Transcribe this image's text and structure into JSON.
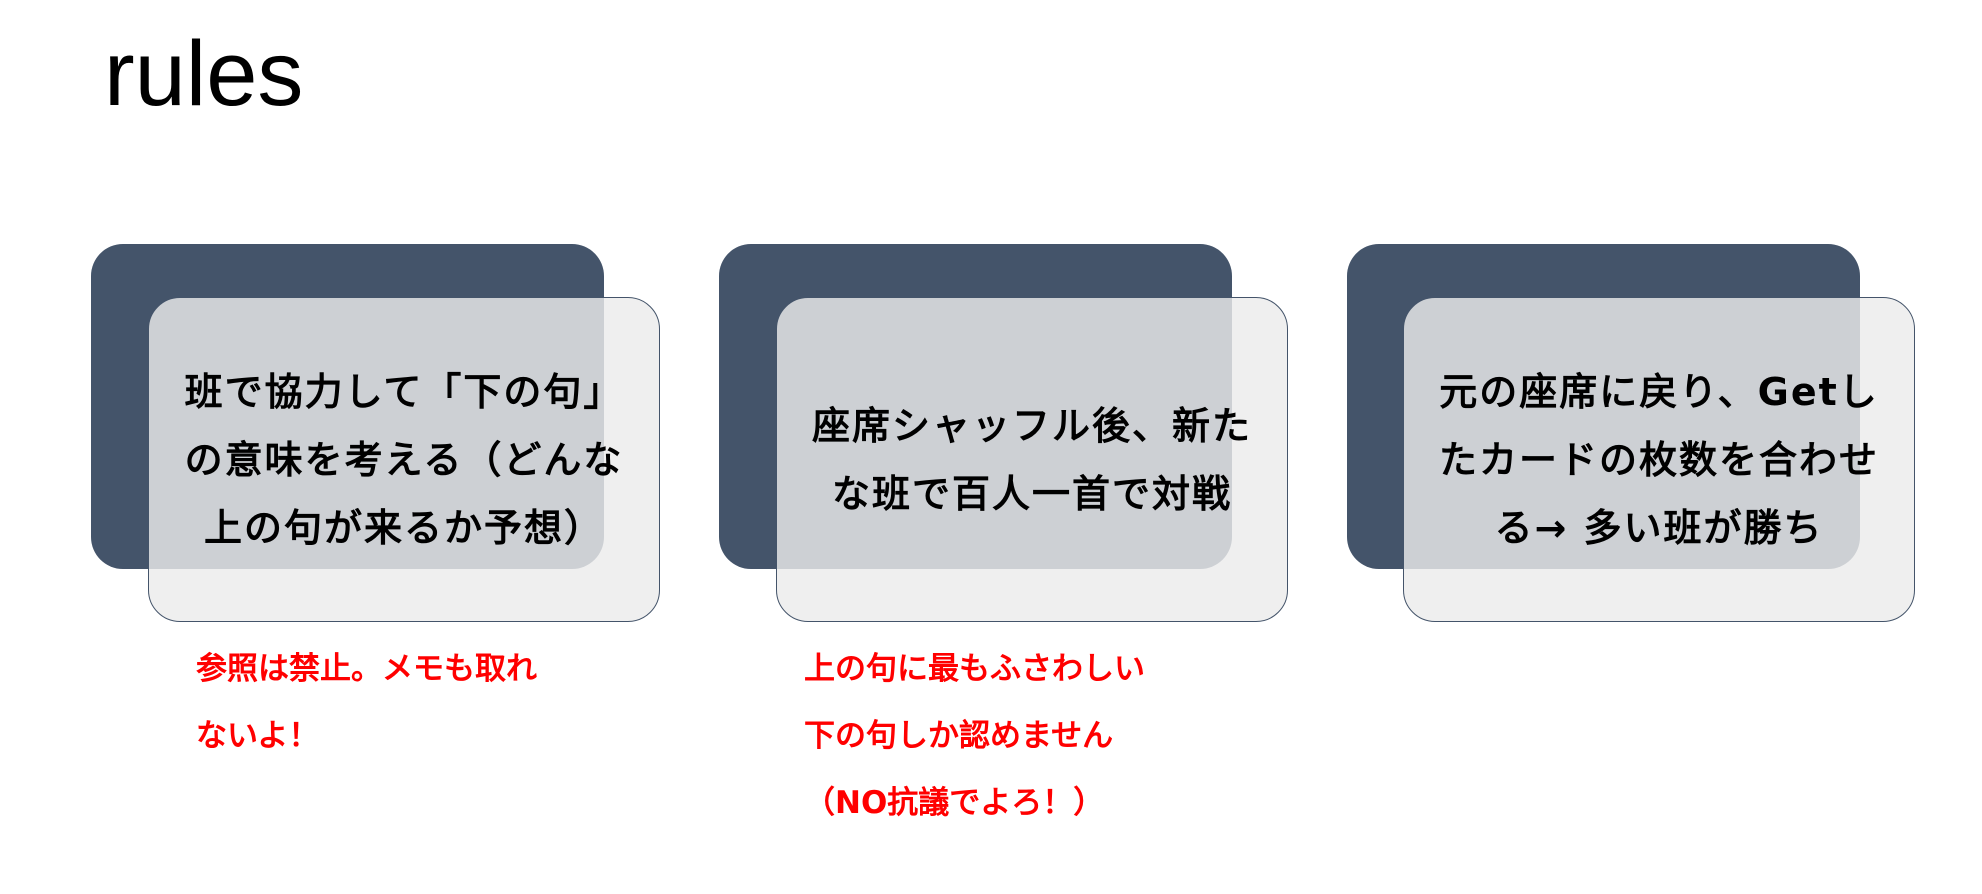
{
  "title": "rules",
  "cards": [
    {
      "text": "班で協力して「下の句」の意味を考える（どんな上の句が来るか予想）",
      "note_lines": [
        "参照は禁止。メモも取れ",
        "ないよ！"
      ]
    },
    {
      "text": "座席シャッフル後、新たな班で百人一首で対戦",
      "note_lines": [
        "上の句に最もふさわしい",
        "下の句しか認めません",
        "（NO抗議でよろ！）"
      ]
    },
    {
      "text": "元の座席に戻り、Getしたカードの枚数を合わせる→ 多い班が勝ち"
    }
  ],
  "colors": {
    "card_dark": "#44546a",
    "note": "#ff0000"
  }
}
